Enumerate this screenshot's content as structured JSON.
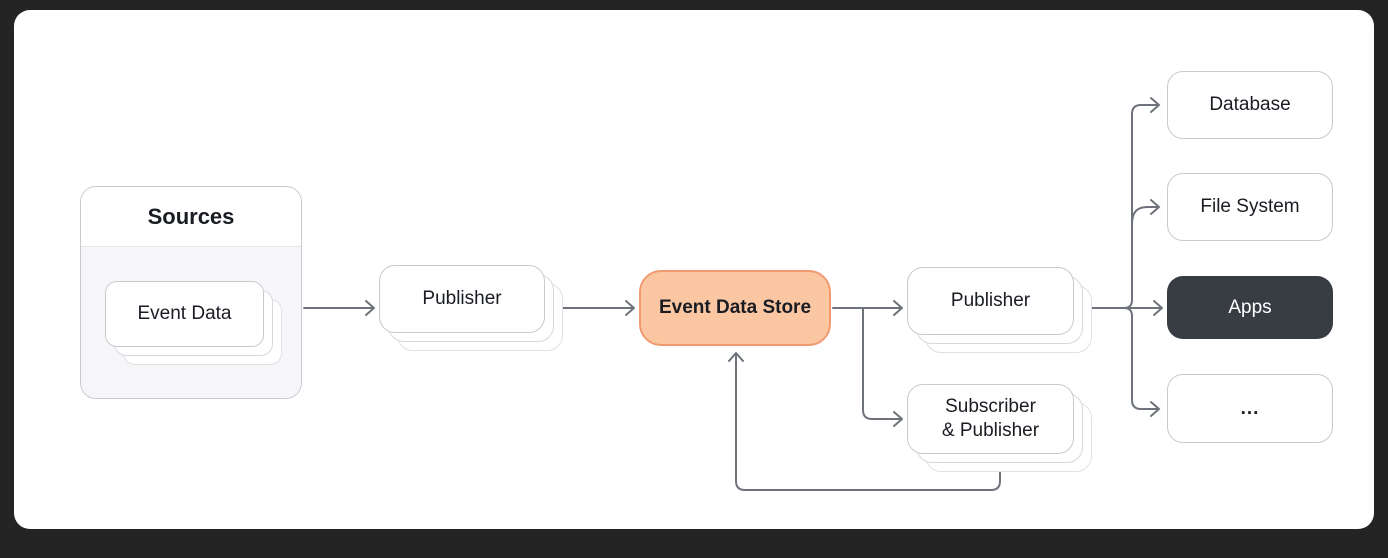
{
  "colors": {
    "canvas_bg": "#242424",
    "panel_bg": "#ffffff",
    "box_border": "#c7cad0",
    "stack_border": "#d5d8dd",
    "sources_body_bg": "#f6f6f8",
    "store_fill": "#fbc7a3",
    "store_border": "#f09a70",
    "apps_fill": "#383c43",
    "apps_text": "#ffffff",
    "arrow": "#6e737b",
    "text": "#191c22"
  },
  "diagram": {
    "sources": {
      "title": "Sources",
      "card": "Event Data"
    },
    "publisher_left": "Publisher",
    "event_data_store": "Event Data Store",
    "publisher_right": "Publisher",
    "subscriber_publisher": {
      "line1": "Subscriber",
      "line2": "& Publisher"
    },
    "targets": {
      "database": "Database",
      "file_system": "File System",
      "apps": "Apps",
      "more": "..."
    }
  }
}
